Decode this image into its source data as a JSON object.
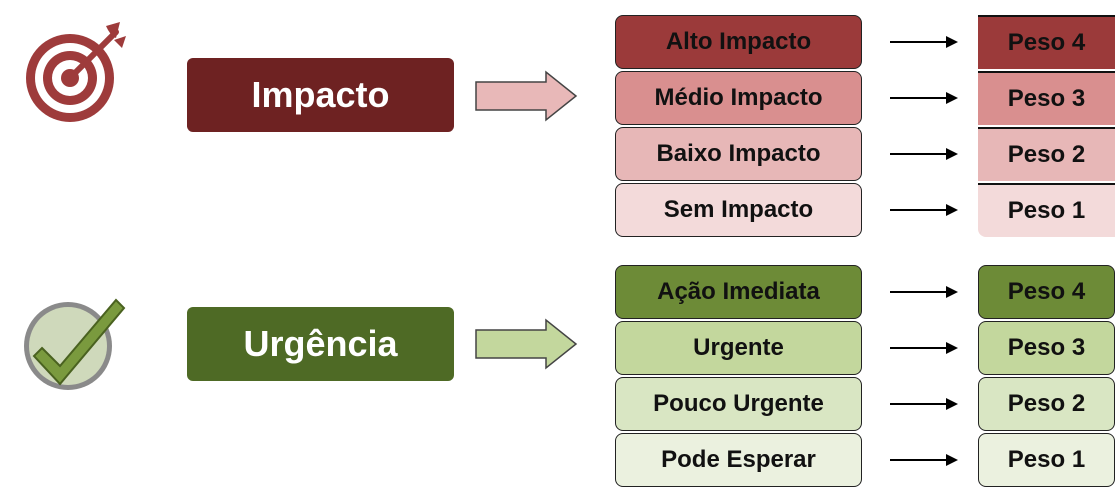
{
  "impacto": {
    "title": "Impacto",
    "color": "#6e2222",
    "levels": [
      {
        "label": "Alto Impacto",
        "color": "#9b3a3a"
      },
      {
        "label": "Médio Impacto",
        "color": "#d98f8f"
      },
      {
        "label": "Baixo Impacto",
        "color": "#e7b7b7"
      },
      {
        "label": "Sem Impacto",
        "color": "#f3dada"
      }
    ],
    "weights": [
      {
        "label": "Peso 4",
        "color": "#9b3a3a"
      },
      {
        "label": "Peso 3",
        "color": "#d98f8f"
      },
      {
        "label": "Peso 2",
        "color": "#e7b7b7"
      },
      {
        "label": "Peso 1",
        "color": "#f3dada"
      }
    ],
    "icon": "target-icon"
  },
  "urgencia": {
    "title": "Urgência",
    "color": "#4e6a25",
    "levels": [
      {
        "label": "Ação Imediata",
        "color": "#6d8b37"
      },
      {
        "label": "Urgente",
        "color": "#c3d79d"
      },
      {
        "label": "Pouco Urgente",
        "color": "#d9e6c3"
      },
      {
        "label": "Pode Esperar",
        "color": "#ebf1df"
      }
    ],
    "weights": [
      {
        "label": "Peso 4",
        "color": "#6d8b37"
      },
      {
        "label": "Peso 3",
        "color": "#c3d79d"
      },
      {
        "label": "Peso 2",
        "color": "#d9e6c3"
      },
      {
        "label": "Peso 1",
        "color": "#ebf1df"
      }
    ],
    "icon": "checkmark-icon"
  }
}
